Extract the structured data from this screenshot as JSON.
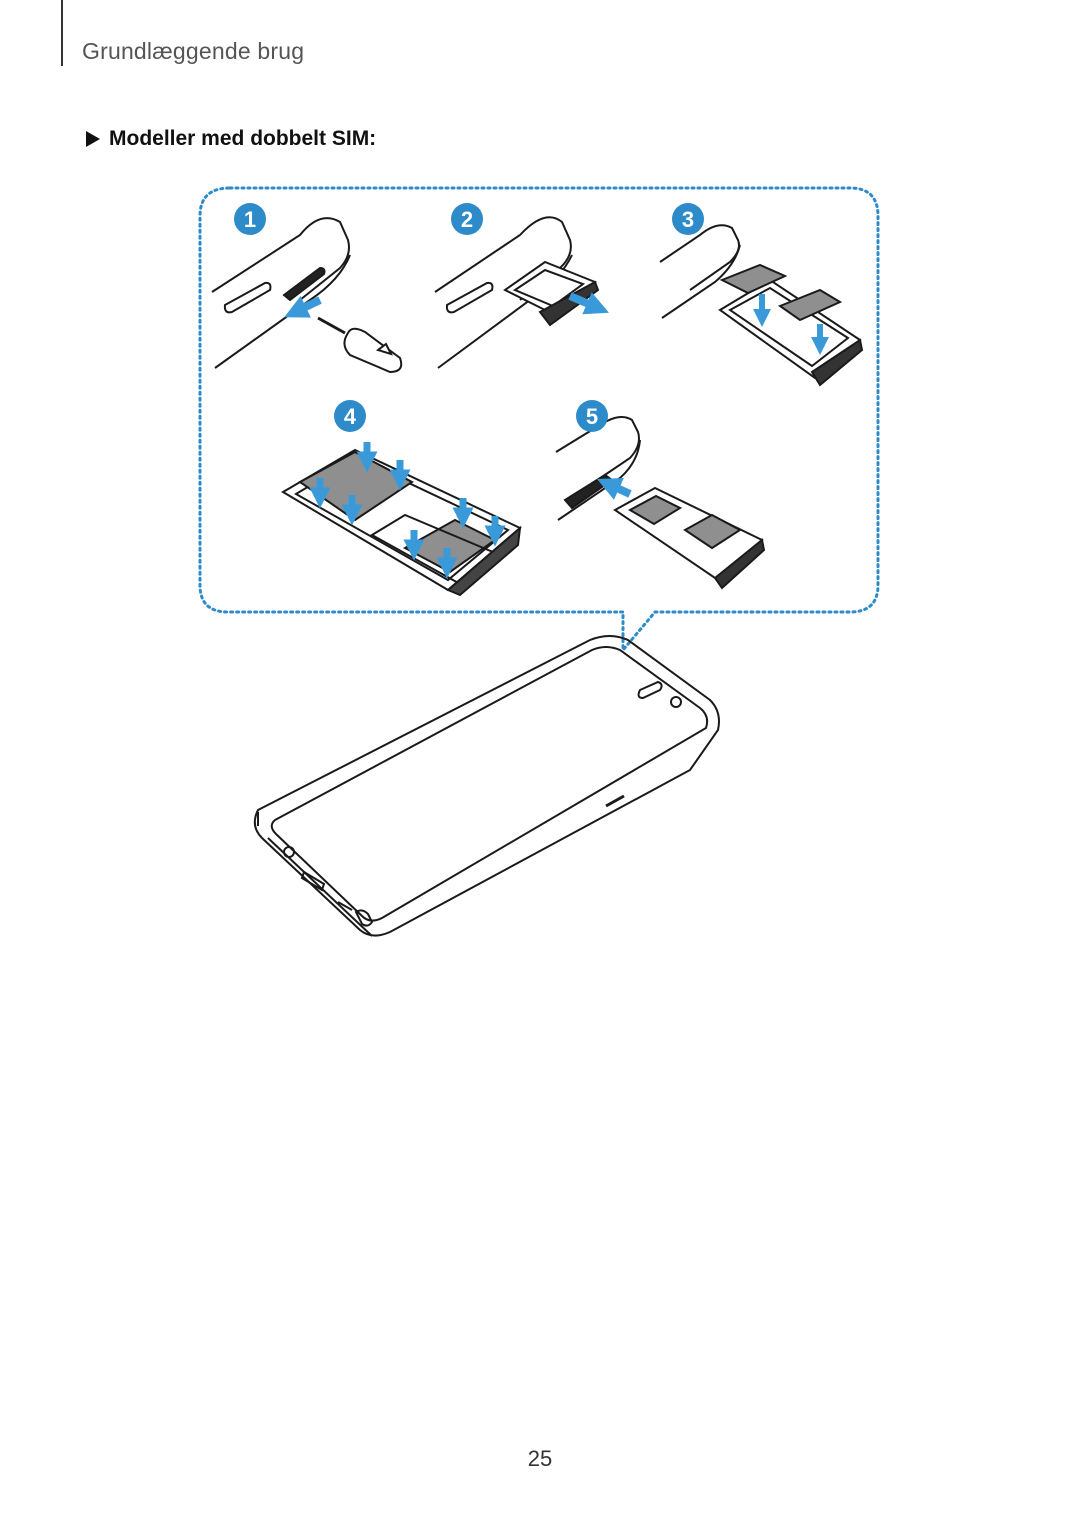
{
  "header": {
    "chapter": "Grundlæggende brug"
  },
  "section": {
    "title": "Modeller med dobbelt SIM:"
  },
  "steps": [
    {
      "num": "1"
    },
    {
      "num": "2"
    },
    {
      "num": "3"
    },
    {
      "num": "4"
    },
    {
      "num": "5"
    }
  ],
  "colors": {
    "accent": "#2e8bc9",
    "arrow": "#3a9ad9",
    "card": "#8f8f8f",
    "outline": "#1a1a1a"
  },
  "footer": {
    "page_number": "25"
  }
}
